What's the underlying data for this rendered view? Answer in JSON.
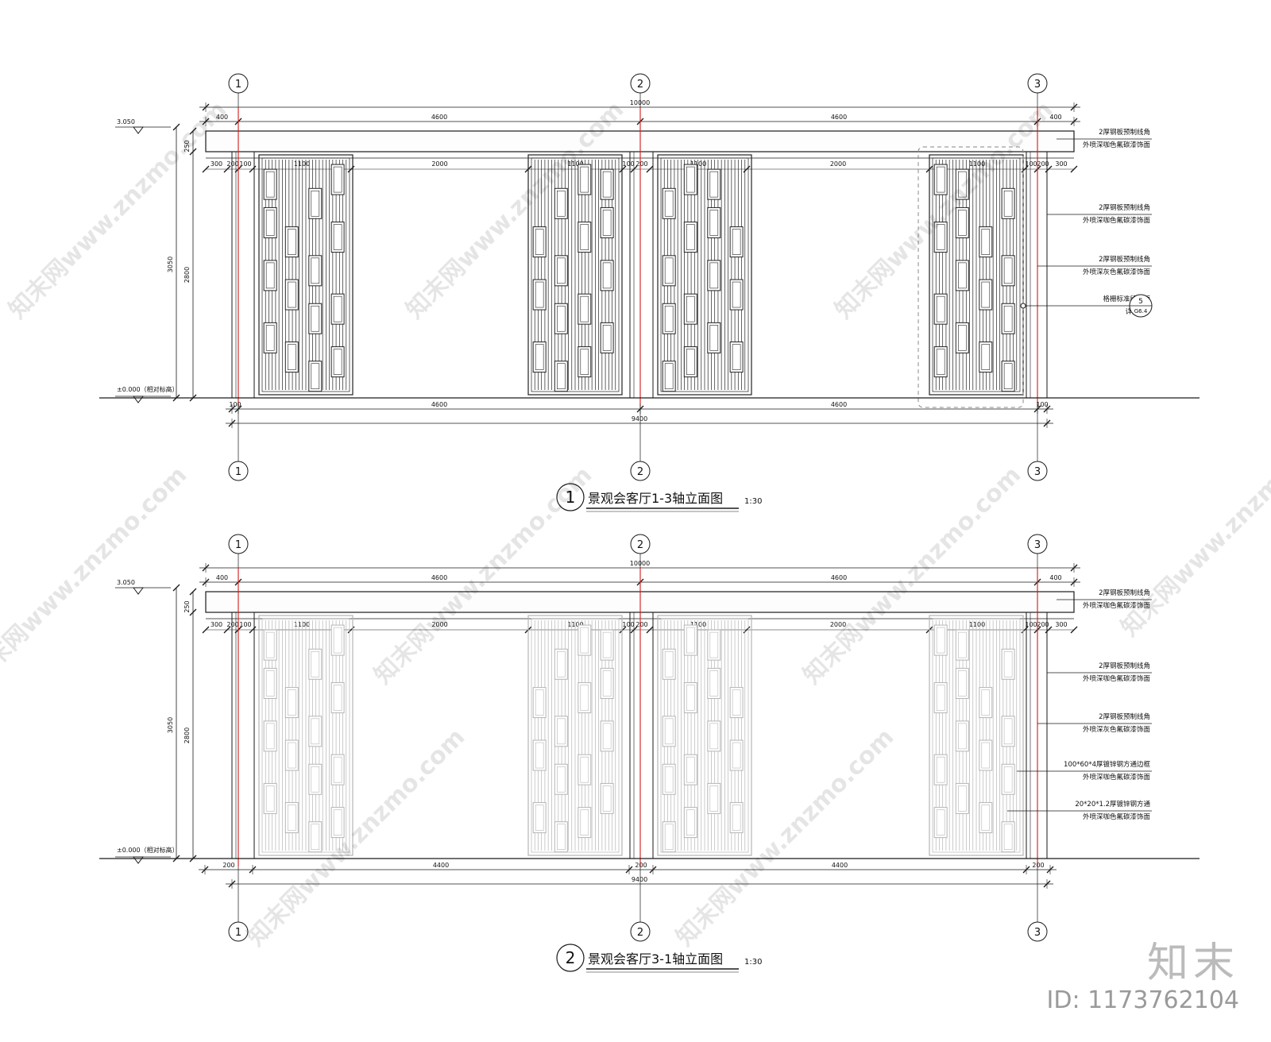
{
  "drawings": [
    {
      "number": "1",
      "title": "景观会客厅1-3轴立面图",
      "scale": "1:30",
      "axes": [
        "1",
        "2",
        "3"
      ],
      "top_total": "10000",
      "top_dims": [
        "400",
        "4600",
        "4600",
        "400"
      ],
      "beam_height": "250",
      "row_dims": [
        "300",
        "200",
        "100",
        "1100",
        "2000",
        "1100",
        "100",
        "200",
        "1100",
        "2000",
        "1100",
        "100",
        "200",
        "300"
      ],
      "total_height": "3050",
      "clear_height": "2800",
      "level_top": "3.050",
      "level_bottom": "±0.000（相对标高）",
      "bottom_dims": [
        "100",
        "4600",
        "4600",
        "100"
      ],
      "bottom_total": "9400",
      "notes": [
        [
          "2厚钢板预制线角",
          "外喷深咖色氟碳漆饰面"
        ],
        [
          "2厚钢板预制线角",
          "外喷深咖色氟碳漆饰面"
        ],
        [
          "2厚钢板预制线角",
          "外喷深灰色氟碳漆饰面"
        ],
        [
          "格栅标准段立面",
          "详见LD-"
        ]
      ],
      "callout": {
        "top": "5",
        "bottom": "G6.4"
      }
    },
    {
      "number": "2",
      "title": "景观会客厅3-1轴立面图",
      "scale": "1:30",
      "axes": [
        "1",
        "2",
        "3"
      ],
      "top_total": "10000",
      "top_dims": [
        "400",
        "4600",
        "4600",
        "400"
      ],
      "beam_height": "250",
      "row_dims": [
        "300",
        "200",
        "100",
        "1100",
        "2000",
        "1100",
        "100",
        "200",
        "1100",
        "2000",
        "1100",
        "100",
        "200",
        "300"
      ],
      "total_height": "3050",
      "clear_height": "2800",
      "level_top": "3.050",
      "level_bottom": "±0.000（相对标高）",
      "bottom_dims": [
        "200",
        "4400",
        "200",
        "4400",
        "200"
      ],
      "bottom_total": "9400",
      "notes": [
        [
          "2厚钢板预制线角",
          "外喷深咖色氟碳漆饰面"
        ],
        [
          "2厚钢板预制线角",
          "外喷深咖色氟碳漆饰面"
        ],
        [
          "2厚钢板预制线角",
          "外喷深灰色氟碳漆饰面"
        ],
        [
          "100*60*4厚镀锌钢方通边框",
          "外喷深咖色氟碳漆饰面"
        ],
        [
          "20*20*1.2厚镀锌钢方通",
          "外喷深咖色氟碳漆饰面"
        ]
      ]
    }
  ],
  "watermark": "知末网www.znzmo.com",
  "logo": "知末",
  "image_id": "ID: 1173762104",
  "colors": {
    "line": "#1a1a1a",
    "axis": "#d21a1a",
    "grille_dark": "#222222",
    "grille_light": "#b5b5b5"
  }
}
